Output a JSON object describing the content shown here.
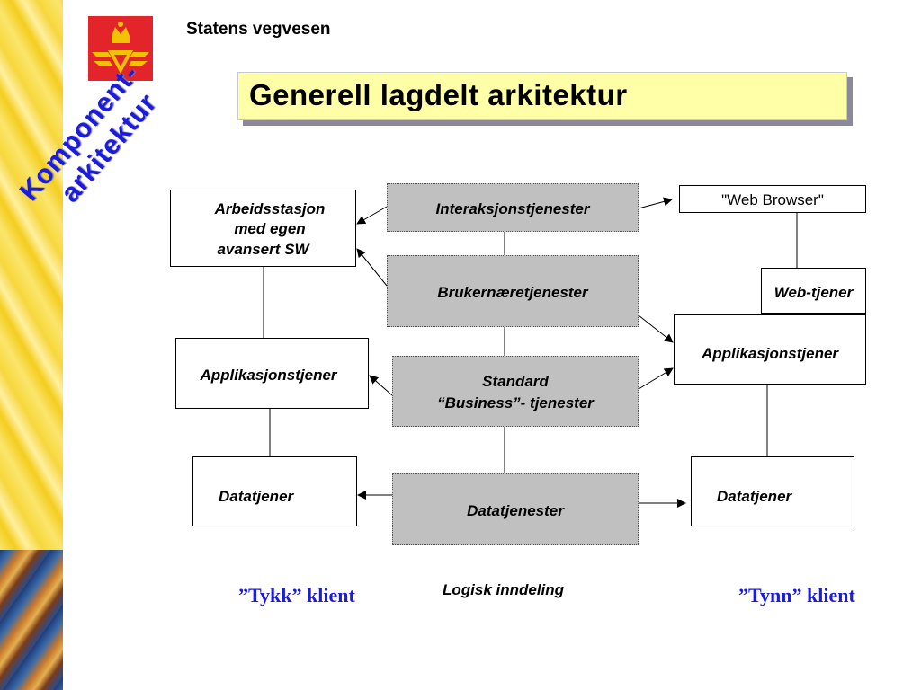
{
  "header": {
    "organization": "Statens vegvesen"
  },
  "title": "Generell lagdelt arkitektur",
  "side_label": {
    "line1": "Komponent-",
    "line2": "arkitektur"
  },
  "center_column": {
    "interaction": "Interaksjonstjenester",
    "user_services": "Brukernæretjenester",
    "business_line1": "Standard",
    "business_line2": "“Business”- tjenester",
    "data_services": "Datatjenester"
  },
  "left_column": {
    "workstation_line1": "Arbeidsstasjon",
    "workstation_line2": "med egen",
    "workstation_line3": "avansert SW",
    "app_server": "Applikasjonstjener",
    "data_server": "Datatjener"
  },
  "right_column": {
    "web_browser": "\"Web Browser\"",
    "web_server": "Web-tjener",
    "app_server": "Applikasjonstjener",
    "data_server": "Datatjener"
  },
  "captions": {
    "thick_client": "”Tykk” klient",
    "logical": "Logisk inndeling",
    "thin_client": "”Tynn” klient"
  },
  "colors": {
    "accent_blue": "#1a1ae0",
    "title_bg": "#ffffa8",
    "layer_grey": "#c0c0c0",
    "logo_red": "#e3242b"
  }
}
